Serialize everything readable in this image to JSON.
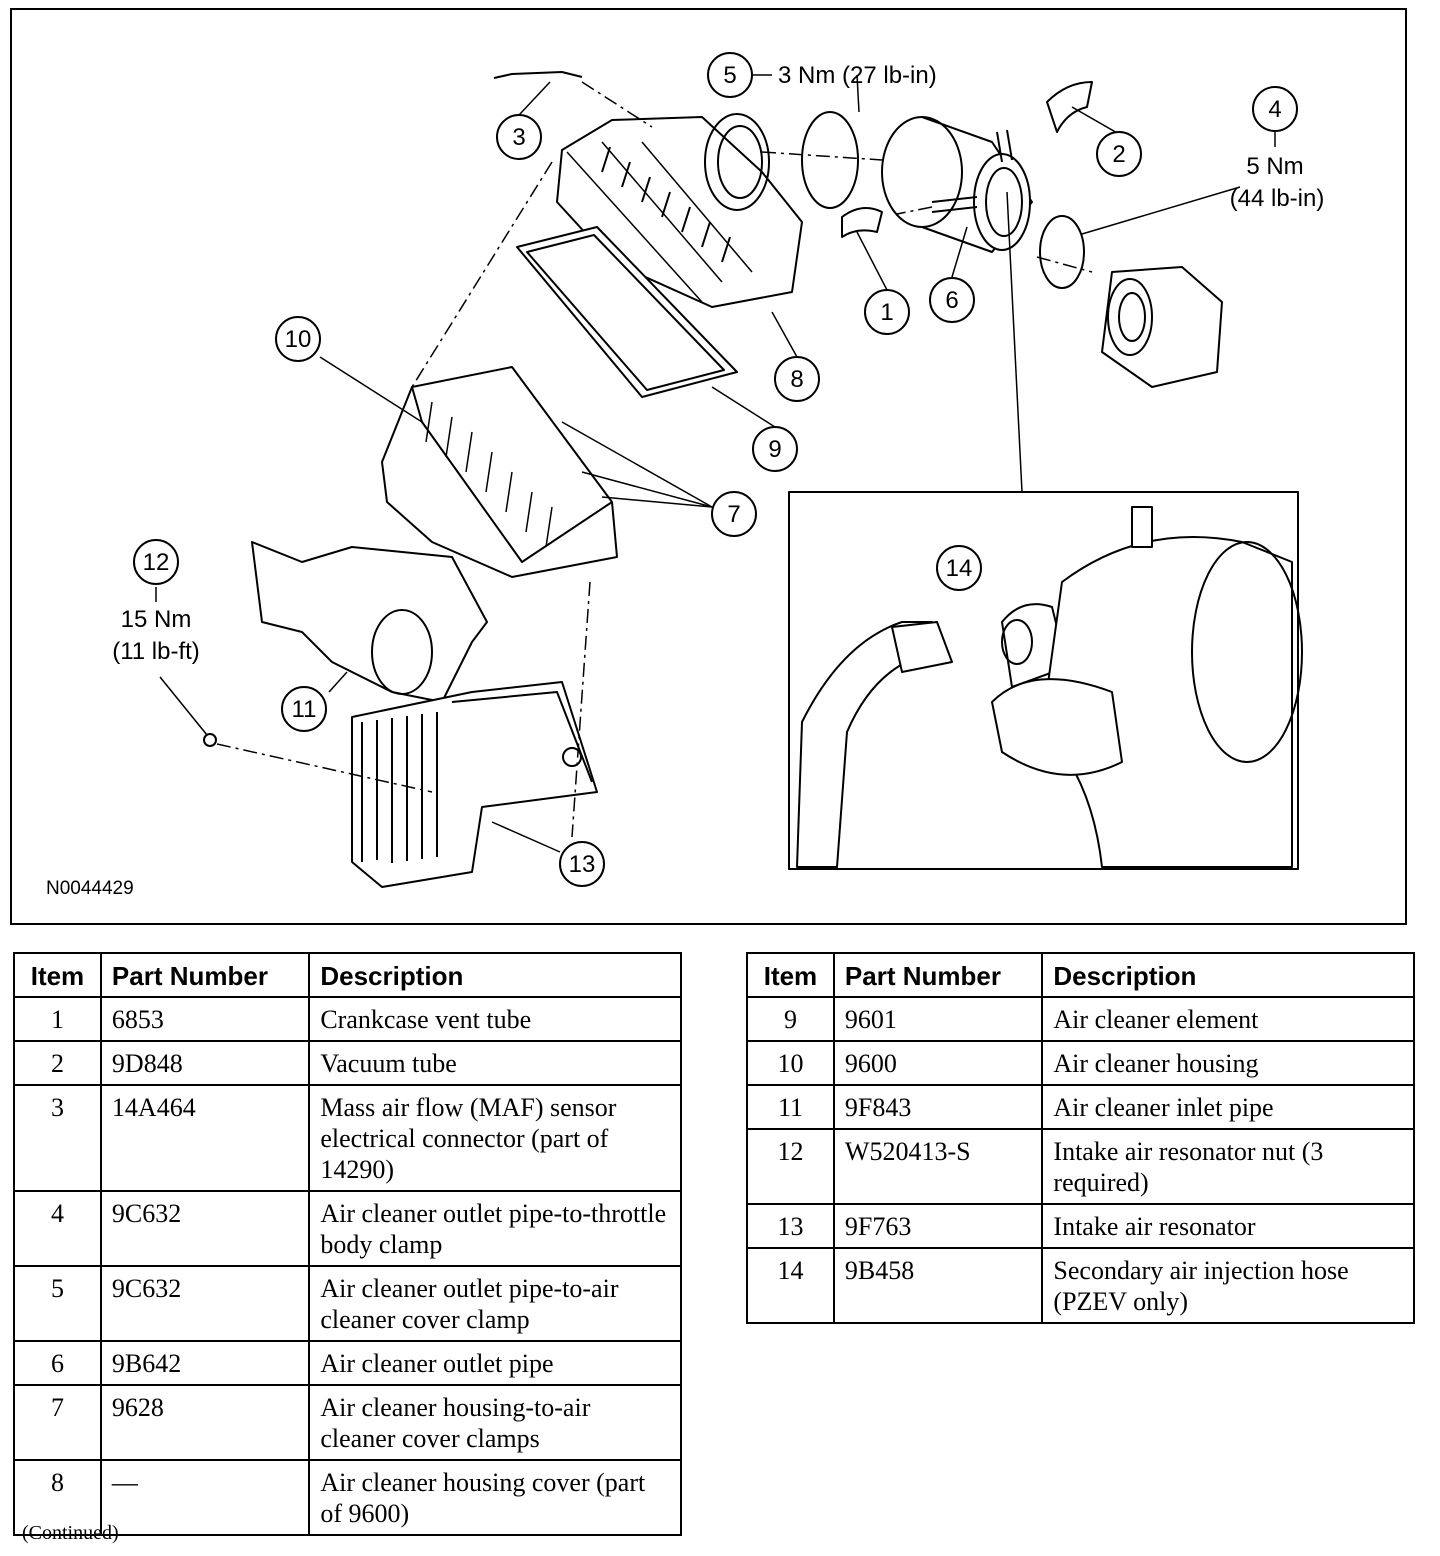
{
  "figure_id": "N0044429",
  "callouts": {
    "c1": "1",
    "c2": "2",
    "c3": "3",
    "c4": "4",
    "c5": "5",
    "c6": "6",
    "c7": "7",
    "c8": "8",
    "c9": "9",
    "c10": "10",
    "c11": "11",
    "c12": "12",
    "c13": "13",
    "c14": "14"
  },
  "torques": {
    "t5": "3 Nm (27 lb-in)",
    "t4_nm": "5 Nm",
    "t4_lb": "(44 lb-in)",
    "t12_nm": "15 Nm",
    "t12_lb": "(11 lb-ft)"
  },
  "table_headers": {
    "item": "Item",
    "part_number": "Part Number",
    "description": "Description"
  },
  "parts_left": [
    {
      "item": "1",
      "part": "6853",
      "desc": "Crankcase vent tube"
    },
    {
      "item": "2",
      "part": "9D848",
      "desc": "Vacuum tube"
    },
    {
      "item": "3",
      "part": "14A464",
      "desc": "Mass air flow (MAF) sensor electrical connector (part of 14290)"
    },
    {
      "item": "4",
      "part": "9C632",
      "desc": "Air cleaner outlet pipe-to-throttle body clamp"
    },
    {
      "item": "5",
      "part": "9C632",
      "desc": "Air cleaner outlet pipe-to-air cleaner cover clamp"
    },
    {
      "item": "6",
      "part": "9B642",
      "desc": "Air cleaner outlet pipe"
    },
    {
      "item": "7",
      "part": "9628",
      "desc": "Air cleaner housing-to-air cleaner cover clamps"
    },
    {
      "item": "8",
      "part": "—",
      "desc": "Air cleaner housing cover (part of 9600)"
    }
  ],
  "parts_right": [
    {
      "item": "9",
      "part": "9601",
      "desc": "Air cleaner element"
    },
    {
      "item": "10",
      "part": "9600",
      "desc": "Air cleaner housing"
    },
    {
      "item": "11",
      "part": "9F843",
      "desc": "Air cleaner inlet pipe"
    },
    {
      "item": "12",
      "part": "W520413-S",
      "desc": "Intake air resonator nut (3 required)"
    },
    {
      "item": "13",
      "part": "9F763",
      "desc": "Intake air resonator"
    },
    {
      "item": "14",
      "part": "9B458",
      "desc": "Secondary air injection hose (PZEV only)"
    }
  ],
  "continued_note": "(Continued)"
}
